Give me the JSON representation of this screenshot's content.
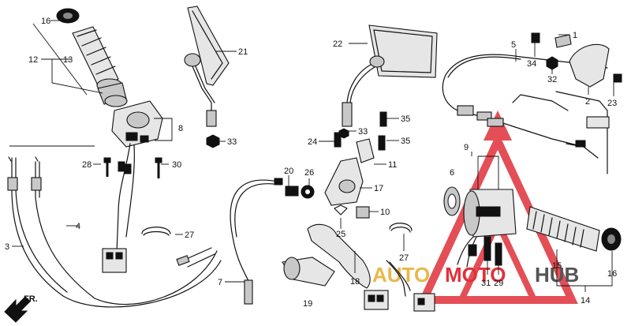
{
  "diagram": {
    "watermark": {
      "left_text": "AUTO",
      "mid_text": "MOTO",
      "right_text": "HUB",
      "accent_color": "#e0313a",
      "gold_color": "#e8b84a",
      "right_color": "#555555"
    },
    "direction_label": "FR.",
    "callouts": {
      "c1": "1",
      "c2": "2",
      "c3": "3",
      "c4": "4",
      "c5": "5",
      "c6": "6",
      "c7": "7",
      "c8": "8",
      "c9": "9",
      "c10": "10",
      "c11": "11",
      "c12": "12",
      "c13": "13",
      "c14": "14",
      "c15": "15",
      "c16": "16",
      "c17": "17",
      "c18": "18",
      "c19": "19",
      "c20": "20",
      "c21": "21",
      "c22": "22",
      "c23": "23",
      "c24": "24",
      "c25": "25",
      "c26": "26",
      "c27a": "27",
      "c27b": "27",
      "c28": "28",
      "c29": "29",
      "c30": "30",
      "c31": "31",
      "c32": "32",
      "c33a": "33",
      "c33b": "33",
      "c34": "34",
      "c35a": "35",
      "c35b": "35",
      "c16b": "16"
    }
  }
}
